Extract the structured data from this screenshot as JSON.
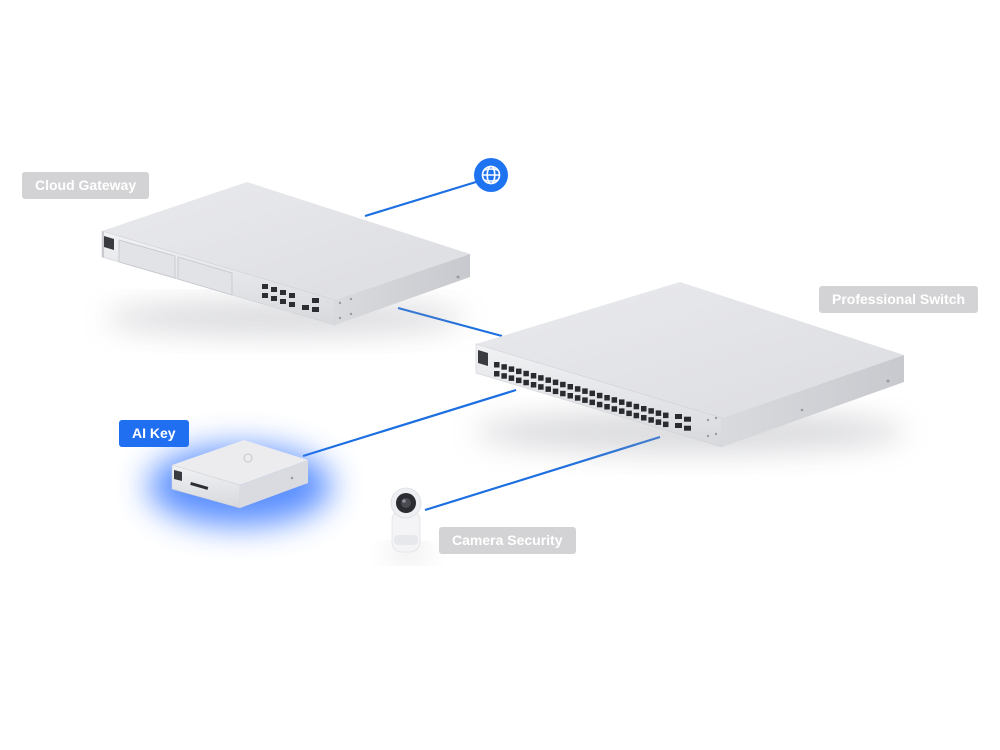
{
  "labels": {
    "cloud_gateway": "Cloud Gateway",
    "professional_switch": "Professional Switch",
    "ai_key": "AI Key",
    "camera_security": "Camera Security"
  },
  "icons": {
    "internet": "globe-icon"
  },
  "colors": {
    "link": "#1c6fe0",
    "internet_badge": "#1e74f0",
    "ai_key_label": "#1f6ff0",
    "ai_key_glow": "#3d7bff",
    "inactive_label": "#d3d3d5",
    "device_body": "#e6e7ea"
  }
}
